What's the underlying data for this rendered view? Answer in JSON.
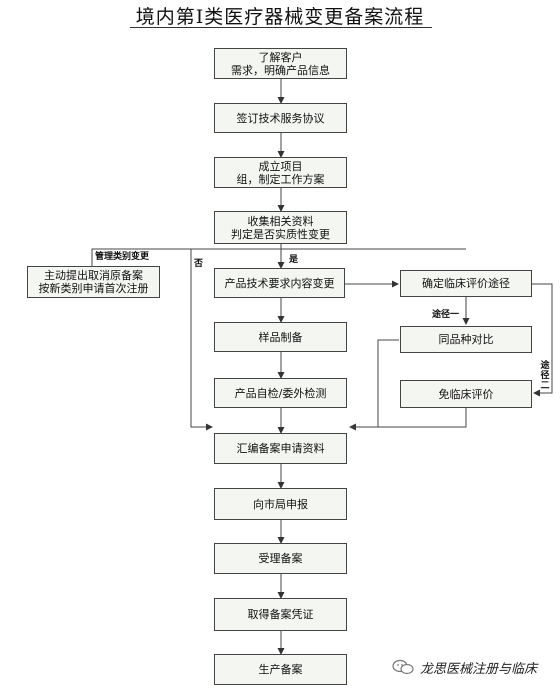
{
  "title": "境内第I类医疗器械变更备案流程",
  "steps": {
    "s1_line1": "了解客户",
    "s1_line2": "需求，明确产品信息",
    "s2": "签订技术服务协议",
    "s3_line1": "成立项目",
    "s3_line2": "组，制定工作方案",
    "s4_line1": "收集相关资料",
    "s4_line2": "判定是否实质性变更",
    "reg_line1": "主动提出取消原备案",
    "reg_line2": "按新类别申请首次注册",
    "s5": "产品技术要求内容变更",
    "clin": "确定临床评价途径",
    "same": "同品种对比",
    "exempt": "免临床评价",
    "sample": "样品制备",
    "test": "产品自检/委外检测",
    "compile": "汇编备案申请资料",
    "submit": "向市局申报",
    "accept": "受理备案",
    "cert": "取得备案凭证",
    "produce": "生产备案"
  },
  "labels": {
    "mgmt": "管理类别变更",
    "no": "否",
    "yes": "是",
    "path1": "途径一",
    "path2": "途径二"
  },
  "watermark": "龙思医械注册与临床"
}
